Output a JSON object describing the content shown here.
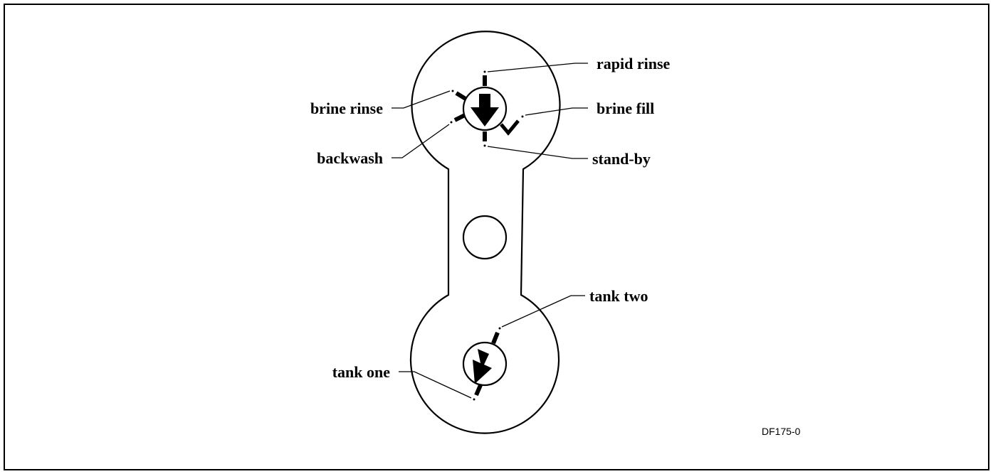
{
  "diagram": {
    "labels": {
      "rapid_rinse": "rapid rinse",
      "brine_rinse": "brine rinse",
      "brine_fill": "brine fill",
      "backwash": "backwash",
      "stand_by": "stand-by",
      "tank_two": "tank two",
      "tank_one": "tank one"
    },
    "figure_code": "DF175-0"
  }
}
